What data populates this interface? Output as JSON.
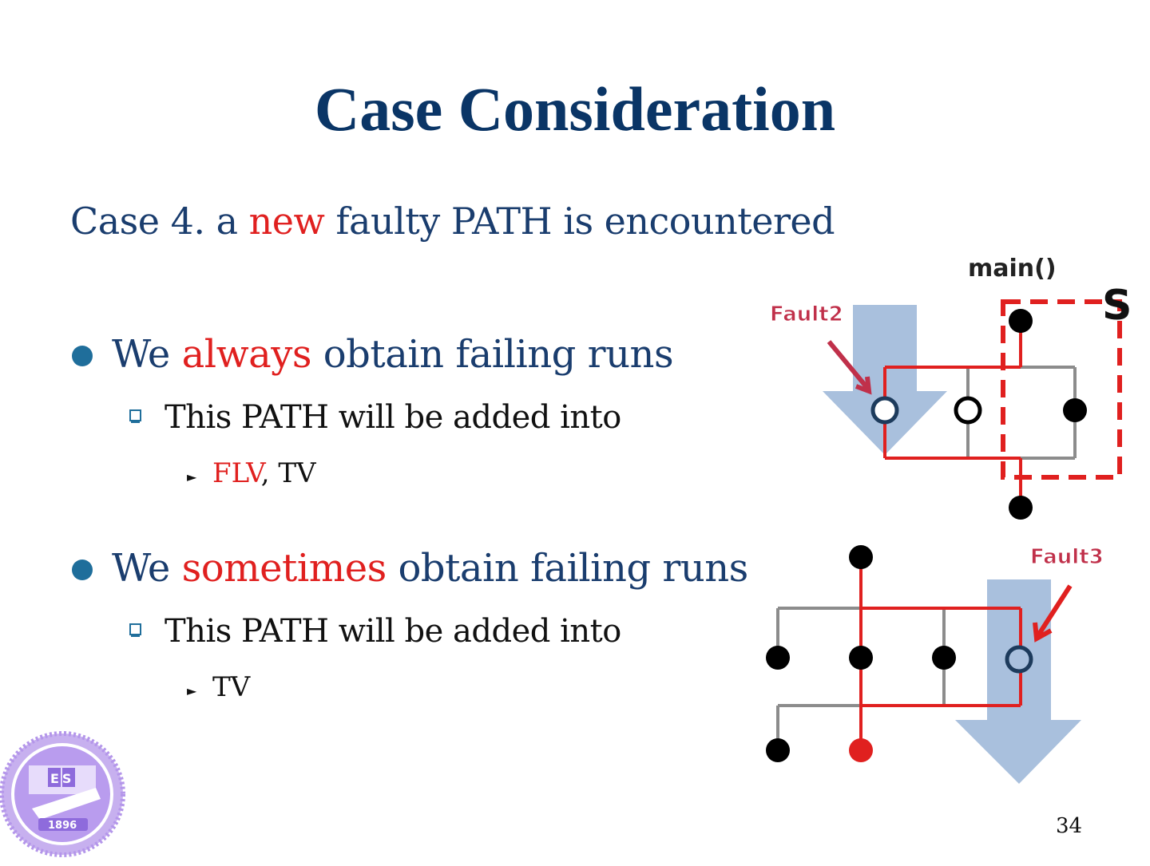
{
  "slide": {
    "title": "Case Consideration",
    "case_line": {
      "prefix": "Case 4. a ",
      "highlight": "new",
      "suffix": " faulty PATH is encountered"
    },
    "bullets": [
      {
        "prefix": "We ",
        "highlight": "always",
        "suffix": " obtain failing runs",
        "sub": "This PATH will be added into",
        "subsub": [
          {
            "text": "FLV",
            "red": true
          },
          {
            "text": ", TV",
            "red": false
          }
        ]
      },
      {
        "prefix": "We ",
        "highlight": "sometimes",
        "suffix": " obtain failing runs",
        "sub": "This PATH will be added into",
        "subsub": [
          {
            "text": "TV",
            "red": false
          }
        ]
      }
    ],
    "page_number": "34"
  },
  "diagram_top": {
    "label_main": "main()",
    "label_s": "S",
    "label_fault": "Fault2"
  },
  "diagram_bottom": {
    "label_fault": "Fault3"
  },
  "logo": {
    "year": "1896",
    "letters": "ES"
  },
  "colors": {
    "title": "#0a3566",
    "text": "#1a3d6e",
    "accent": "#e0201f",
    "bullet": "#1f6e9b",
    "arrow": "#a9c0dd"
  }
}
